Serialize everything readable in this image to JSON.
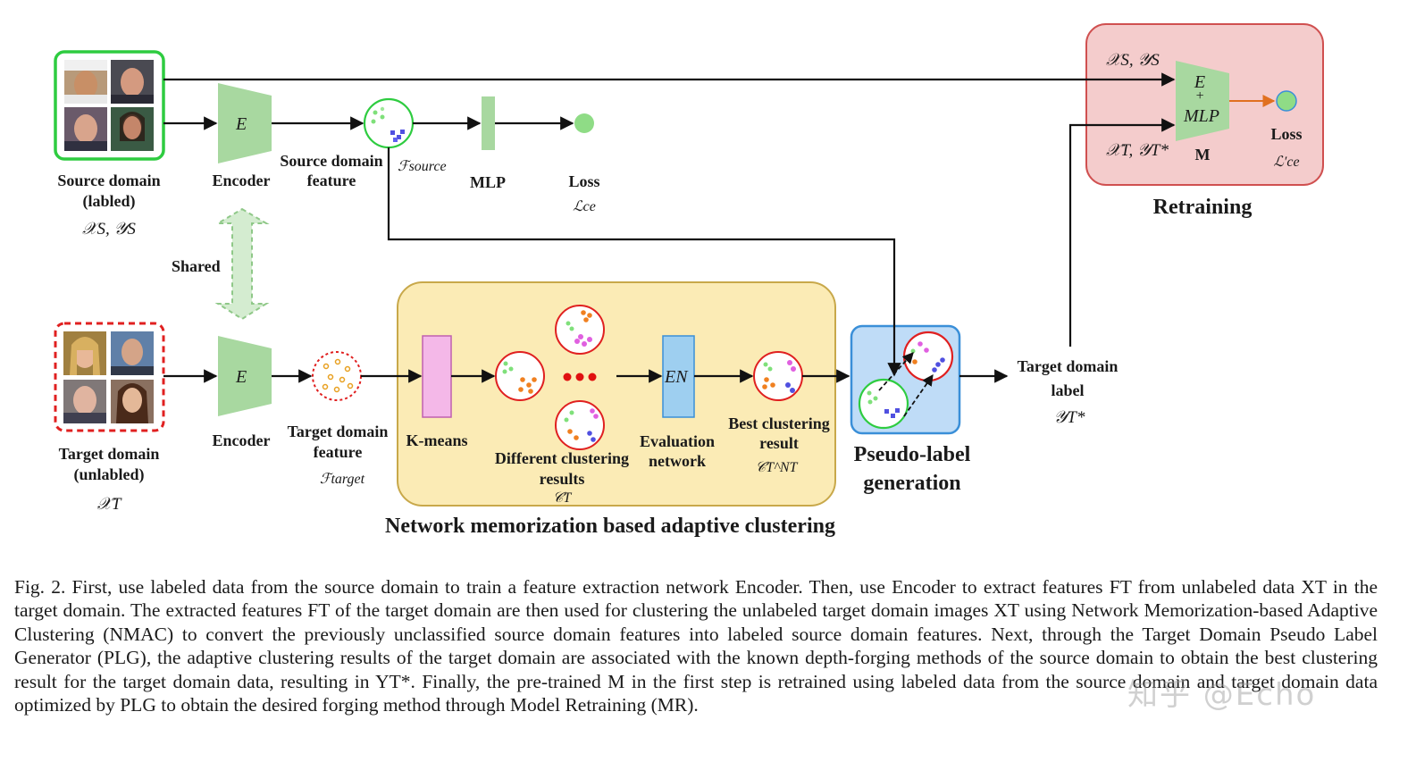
{
  "source_branch": {
    "source_domain_label": [
      "Source domain",
      "(labled)"
    ],
    "source_domain_math": "𝒳S, 𝒴S",
    "encoder_letter": "E",
    "encoder_label": "Encoder",
    "feature_label": [
      "Source domain",
      "feature"
    ],
    "feature_math": "ℱsource",
    "mlp_label": "MLP",
    "loss_label": "Loss",
    "loss_math": "ℒce"
  },
  "shared_label": "Shared",
  "target_branch": {
    "target_domain_label": [
      "Target domain",
      "(unlabled)"
    ],
    "target_domain_math": "𝒳T",
    "encoder_letter": "E",
    "encoder_label": "Encoder",
    "feature_label": [
      "Target  domain",
      "feature"
    ],
    "feature_math": "ℱtarget"
  },
  "nmac": {
    "kmeans_label": "K-means",
    "clusters_label": [
      "Different clustering",
      "results"
    ],
    "clusters_math": "𝒞T",
    "en_letter": "EN",
    "evaluation_label": [
      "Evaluation",
      "network"
    ],
    "best_label": [
      "Best clustering",
      "result"
    ],
    "best_math": "𝒞T^NT",
    "title": "Network memorization based adaptive clustering"
  },
  "plg": {
    "title": [
      "Pseudo-label",
      "generation"
    ]
  },
  "target_label": {
    "label": [
      "Target domain",
      "label"
    ],
    "math": "𝒴T*"
  },
  "retraining": {
    "title": "Retraining",
    "input_top": "𝒳S, 𝒴S",
    "input_bottom": "𝒳T, 𝒴T*",
    "model_lines": [
      "E",
      "+",
      "MLP"
    ],
    "model_label": "M",
    "loss_label": "Loss",
    "loss_math": "ℒ′ce"
  },
  "colors": {
    "source_border": "#2ecc40",
    "target_border": "#e02020",
    "encoder_fill": "#a8d8a0",
    "nmac_fill": "#fbebb5",
    "nmac_border": "#c8a84a",
    "plg_fill": "#bfdcf7",
    "plg_border": "#3a8fd8",
    "retrain_fill": "#f4cccc",
    "retrain_border": "#d05050",
    "kmeans_fill": "#f4b8e8",
    "en_fill": "#9ecff0"
  },
  "icons": [
    "person-face-photo",
    "feature-cluster-circle",
    "loss-dot",
    "shared-double-arrow"
  ],
  "caption": "Fig. 2.  First, use labeled data from the source domain to train a feature extraction network Encoder. Then, use Encoder to extract features FT from unlabeled data XT in the target domain. The extracted features FT of the target domain are then used for clustering the unlabeled target domain images XT using Network Memorization-based Adaptive Clustering (NMAC) to convert the previously unclassified source domain features into labeled source domain features. Next, through the Target Domain Pseudo Label Generator (PLG), the adaptive clustering results of the target domain are associated with the known depth-forging methods of the source domain to obtain the best clustering result for the target domain data, resulting in YT*. Finally, the pre-trained M in the first step is retrained using labeled data from the source domain and target domain data optimized by PLG to obtain the desired forging method through Model Retraining (MR).",
  "watermark": "知乎 @Echo"
}
